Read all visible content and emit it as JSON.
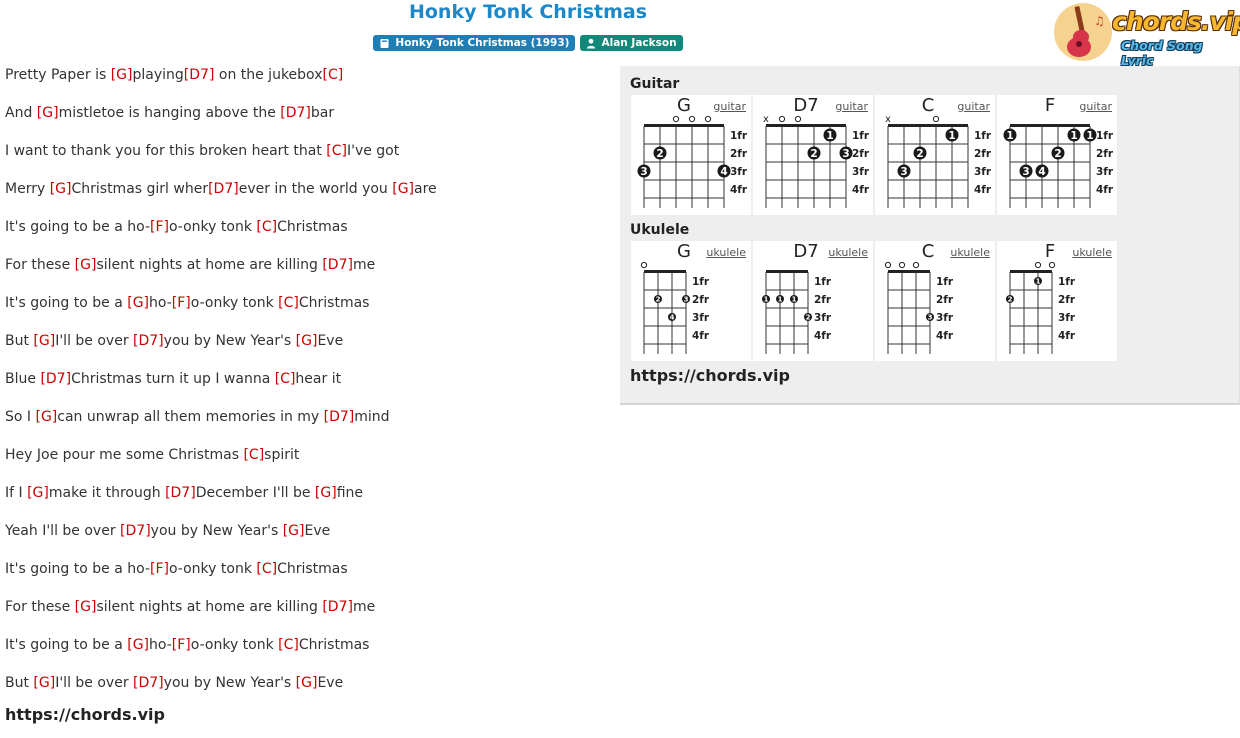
{
  "song": {
    "title": "Honky Tonk Christmas",
    "album": "Honky Tonk Christmas (1993)",
    "artist": "Alan Jackson"
  },
  "logo": {
    "brand": "chords.vip",
    "tagline": "Chord Song Lyric"
  },
  "lyrics": [
    [
      {
        "t": "Pretty Paper is "
      },
      {
        "c": "[G]"
      },
      {
        "t": "playing"
      },
      {
        "c": "[D7]"
      },
      {
        "t": " on the jukebox"
      },
      {
        "c": "[C]"
      }
    ],
    [
      {
        "t": "And "
      },
      {
        "c": "[G]"
      },
      {
        "t": "mistletoe is hanging above the "
      },
      {
        "c": "[D7]"
      },
      {
        "t": "bar"
      }
    ],
    [
      {
        "t": "I want to thank you for this broken heart that "
      },
      {
        "c": "[C]"
      },
      {
        "t": "I've got"
      }
    ],
    [
      {
        "t": "Merry "
      },
      {
        "c": "[G]"
      },
      {
        "t": "Christmas girl wher"
      },
      {
        "c": "[D7]"
      },
      {
        "t": "ever in the world you "
      },
      {
        "c": "[G]"
      },
      {
        "t": "are"
      }
    ],
    [
      {
        "t": "It's going to be a ho-"
      },
      {
        "c": "[F]"
      },
      {
        "t": "o-onky tonk "
      },
      {
        "c": "[C]"
      },
      {
        "t": "Christmas"
      }
    ],
    [
      {
        "t": "For these "
      },
      {
        "c": "[G]"
      },
      {
        "t": "silent nights at home are killing "
      },
      {
        "c": "[D7]"
      },
      {
        "t": "me"
      }
    ],
    [
      {
        "t": "It's going to be a "
      },
      {
        "c": "[G]"
      },
      {
        "t": "ho-"
      },
      {
        "c": "[F]"
      },
      {
        "t": "o-onky tonk "
      },
      {
        "c": "[C]"
      },
      {
        "t": "Christmas"
      }
    ],
    [
      {
        "t": "But "
      },
      {
        "c": "[G]"
      },
      {
        "t": "I'll be over "
      },
      {
        "c": "[D7]"
      },
      {
        "t": "you by New Year's "
      },
      {
        "c": "[G]"
      },
      {
        "t": "Eve"
      }
    ],
    [
      {
        "t": "Blue "
      },
      {
        "c": "[D7]"
      },
      {
        "t": "Christmas turn it up I wanna "
      },
      {
        "c": "[C]"
      },
      {
        "t": "hear it"
      }
    ],
    [
      {
        "t": "So I "
      },
      {
        "c": "[G]"
      },
      {
        "t": "can unwrap all them memories in my "
      },
      {
        "c": "[D7]"
      },
      {
        "t": "mind"
      }
    ],
    [
      {
        "t": "Hey Joe pour me some Christmas "
      },
      {
        "c": "[C]"
      },
      {
        "t": "spirit"
      }
    ],
    [
      {
        "t": "If I "
      },
      {
        "c": "[G]"
      },
      {
        "t": "make it through "
      },
      {
        "c": "[D7]"
      },
      {
        "t": "December I'll be "
      },
      {
        "c": "[G]"
      },
      {
        "t": "fine"
      }
    ],
    [
      {
        "t": "Yeah I'll be over "
      },
      {
        "c": "[D7]"
      },
      {
        "t": "you by New Year's "
      },
      {
        "c": "[G]"
      },
      {
        "t": "Eve"
      }
    ],
    [
      {
        "t": "It's going to be a ho-"
      },
      {
        "c": "[F]"
      },
      {
        "t": "o-onky tonk "
      },
      {
        "c": "[C]"
      },
      {
        "t": "Christmas"
      }
    ],
    [
      {
        "t": "For these "
      },
      {
        "c": "[G]"
      },
      {
        "t": "silent nights at home are killing "
      },
      {
        "c": "[D7]"
      },
      {
        "t": "me"
      }
    ],
    [
      {
        "t": "It's going to be a "
      },
      {
        "c": "[G]"
      },
      {
        "t": "ho-"
      },
      {
        "c": "[F]"
      },
      {
        "t": "o-onky tonk "
      },
      {
        "c": "[C]"
      },
      {
        "t": "Christmas"
      }
    ],
    [
      {
        "t": "But "
      },
      {
        "c": "[G]"
      },
      {
        "t": "I'll be over "
      },
      {
        "c": "[D7]"
      },
      {
        "t": "you by New Year's "
      },
      {
        "c": "[G]"
      },
      {
        "t": "Eve"
      }
    ]
  ],
  "lyrics_footer": "https://chords.vip",
  "panel": {
    "guitar_title": "Guitar",
    "ukulele_title": "Ukulele",
    "footer": "https://chords.vip",
    "fret_labels": [
      "1fr",
      "2fr",
      "3fr",
      "4fr"
    ],
    "guitar": [
      {
        "name": "G",
        "link": "guitar",
        "markers": [
          "",
          "",
          "o",
          "o",
          "o",
          ""
        ],
        "dots": [
          {
            "s": 0,
            "f": 3,
            "n": "3"
          },
          {
            "s": 1,
            "f": 2,
            "n": "2"
          },
          {
            "s": 5,
            "f": 3,
            "n": "4"
          }
        ]
      },
      {
        "name": "D7",
        "link": "guitar",
        "markers": [
          "x",
          "o",
          "o",
          "",
          "",
          ""
        ],
        "dots": [
          {
            "s": 3,
            "f": 2,
            "n": "2"
          },
          {
            "s": 4,
            "f": 1,
            "n": "1"
          },
          {
            "s": 5,
            "f": 2,
            "n": "3"
          }
        ]
      },
      {
        "name": "C",
        "link": "guitar",
        "markers": [
          "x",
          "",
          "",
          "o",
          "",
          ""
        ],
        "dots": [
          {
            "s": 1,
            "f": 3,
            "n": "3"
          },
          {
            "s": 2,
            "f": 2,
            "n": "2"
          },
          {
            "s": 4,
            "f": 1,
            "n": "1"
          }
        ]
      },
      {
        "name": "F",
        "link": "guitar",
        "markers": [
          "",
          "",
          "",
          "",
          "",
          ""
        ],
        "dots": [
          {
            "s": 0,
            "f": 1,
            "n": "1"
          },
          {
            "s": 1,
            "f": 3,
            "n": "3"
          },
          {
            "s": 2,
            "f": 3,
            "n": "4"
          },
          {
            "s": 3,
            "f": 2,
            "n": "2"
          },
          {
            "s": 4,
            "f": 1,
            "n": "1"
          },
          {
            "s": 5,
            "f": 1,
            "n": "1"
          }
        ]
      }
    ],
    "ukulele": [
      {
        "name": "G",
        "link": "ukulele",
        "markers": [
          "o",
          "",
          "",
          ""
        ],
        "dots": [
          {
            "s": 1,
            "f": 2,
            "n": "2"
          },
          {
            "s": 2,
            "f": 3,
            "n": "4"
          },
          {
            "s": 3,
            "f": 2,
            "n": "3"
          }
        ]
      },
      {
        "name": "D7",
        "link": "ukulele",
        "markers": [
          "",
          "",
          "",
          ""
        ],
        "dots": [
          {
            "s": 0,
            "f": 2,
            "n": "1"
          },
          {
            "s": 1,
            "f": 2,
            "n": "1"
          },
          {
            "s": 2,
            "f": 2,
            "n": "1"
          },
          {
            "s": 3,
            "f": 3,
            "n": "2"
          }
        ]
      },
      {
        "name": "C",
        "link": "ukulele",
        "markers": [
          "o",
          "o",
          "o",
          ""
        ],
        "dots": [
          {
            "s": 3,
            "f": 3,
            "n": "3"
          }
        ]
      },
      {
        "name": "F",
        "link": "ukulele",
        "markers": [
          "",
          "",
          "o",
          "o"
        ],
        "dots": [
          {
            "s": 0,
            "f": 2,
            "n": "2"
          },
          {
            "s": 2,
            "f": 1,
            "n": "1"
          }
        ]
      }
    ]
  }
}
